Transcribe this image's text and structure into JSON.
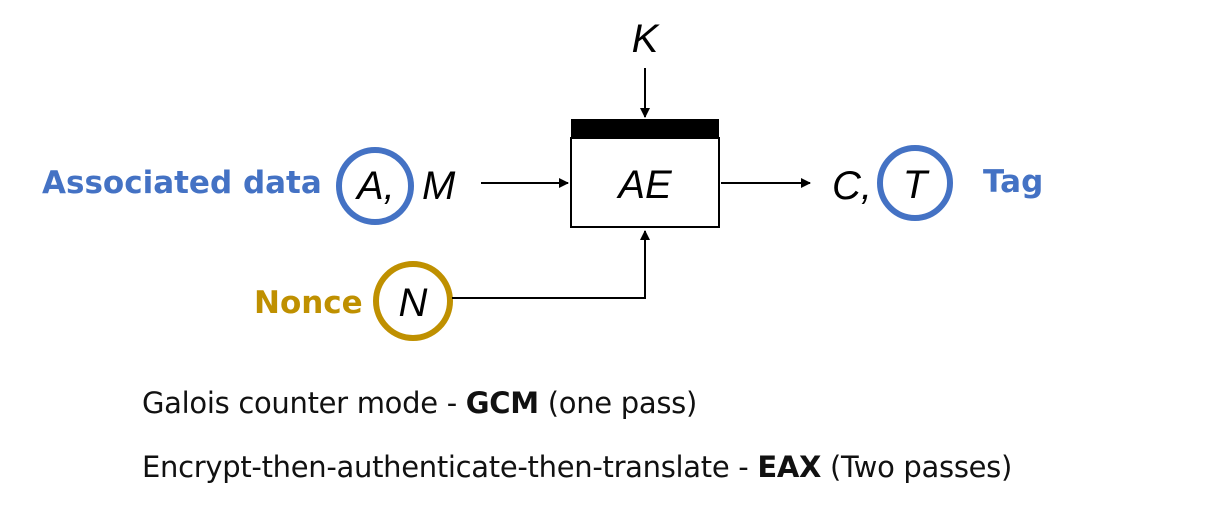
{
  "diagram": {
    "key_label": "K",
    "box_label": "AE",
    "associated_data_label": "Associated data",
    "input_a": "A,",
    "input_m": "M",
    "output_c": "C,",
    "output_t": "T",
    "tag_label": "Tag",
    "nonce_label": "Nonce",
    "nonce_symbol": "N",
    "colors": {
      "associated": "#4472C4",
      "nonce": "#BF9000",
      "line": "#000000"
    }
  },
  "captions": {
    "gcm": {
      "prefix": "Galois counter mode - ",
      "bold": "GCM",
      "suffix": " (one pass)"
    },
    "eax": {
      "prefix": "Encrypt-then-authenticate-then-translate - ",
      "bold": "EAX",
      "suffix": " (Two passes)"
    }
  }
}
